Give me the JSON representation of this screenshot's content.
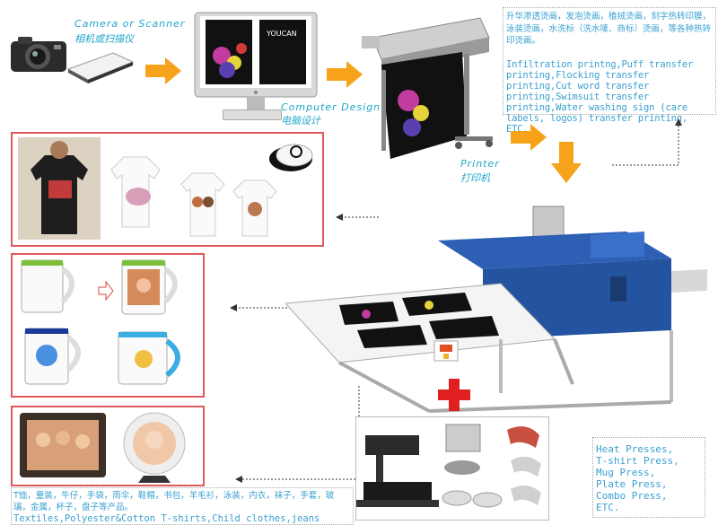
{
  "labels": {
    "camera_en": "Camera or Scanner",
    "camera_cn": "相机或扫描仪",
    "computer_en": "Computer Design",
    "computer_cn": "电脑设计",
    "printer_en": "Printer",
    "printer_cn": "打印机",
    "monitor_text": "YOUCAN"
  },
  "transfer_types": {
    "cn": "升华渗透烫画，发泡烫画，植绒烫画，刻字热转印膜，泳装烫画，水洗标（洗水唛、商标）烫画，等各种热转印烫画。",
    "en": "Infiltration printng,Puff transfer printing,Flocking transfer printing,Cut word transfer printing,Swimsuit transfer printing,Water washing sign (care labels, logos) transfer printing, ETC."
  },
  "presses": {
    "lines": [
      "Heat Presses,",
      "T-shirt Press,",
      "Mug Press,",
      "Plate Press,",
      "Combo Press,",
      "ETC."
    ]
  },
  "products": {
    "cn": "T恤，童装，牛仔，手袋，雨伞，鞋帽，书包，羊毛衫，泳装，内衣，袜子，手套，玻璃，金属，杯子，盘子等产品。",
    "en": "Textiles,Polyester&Cotton T-shirts,Child clothes,jeans"
  },
  "colors": {
    "accent_orange": "#f7a21b",
    "text_cyan": "#22a6c9",
    "box_border": "#e0595c",
    "machine_blue": "#2d5fb5",
    "plus_red": "#e02020"
  }
}
